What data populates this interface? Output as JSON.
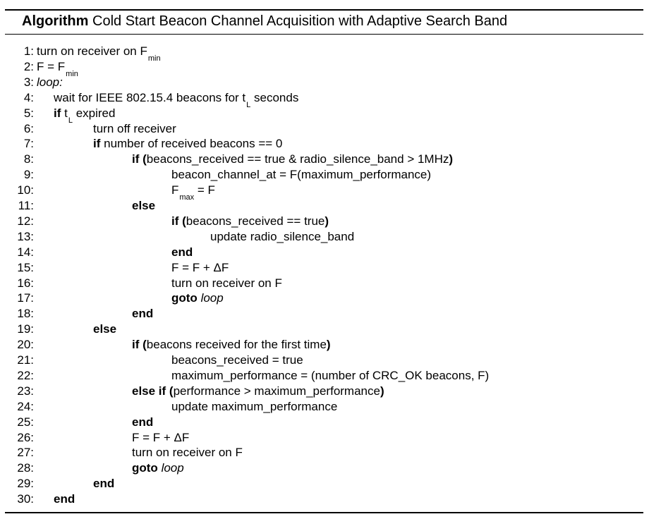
{
  "header": {
    "keyword": "Algorithm",
    "title": "Cold Start Beacon Channel Acquisition with Adaptive Search Band"
  },
  "lines": [
    {
      "num": "1:",
      "indent": 0,
      "parts": [
        {
          "t": "turn on receiver on F"
        },
        {
          "t": "min",
          "s": "sub"
        }
      ]
    },
    {
      "num": "2:",
      "indent": 0,
      "parts": [
        {
          "t": "F = F"
        },
        {
          "t": "min",
          "s": "sub"
        }
      ]
    },
    {
      "num": "3:",
      "indent": 0,
      "parts": [
        {
          "t": "loop:",
          "s": "it"
        }
      ]
    },
    {
      "num": "4:",
      "indent": 1,
      "parts": [
        {
          "t": "wait for IEEE 802.15.4 beacons for t"
        },
        {
          "t": "L",
          "s": "sub"
        },
        {
          "t": " seconds"
        }
      ]
    },
    {
      "num": "5:",
      "indent": 1,
      "parts": [
        {
          "t": "if",
          "s": "kw"
        },
        {
          "t": " t"
        },
        {
          "t": "L",
          "s": "sub"
        },
        {
          "t": " expired"
        }
      ]
    },
    {
      "num": "6:",
      "indent": 2,
      "parts": [
        {
          "t": "turn off receiver"
        }
      ]
    },
    {
      "num": "7:",
      "indent": 2,
      "parts": [
        {
          "t": "if",
          "s": "kw"
        },
        {
          "t": " number of received beacons == 0"
        }
      ]
    },
    {
      "num": "8:",
      "indent": 3,
      "parts": [
        {
          "t": "if (",
          "s": "kw"
        },
        {
          "t": "beacons_received == true & radio_silence_band > 1MHz"
        },
        {
          "t": ")",
          "s": "kw"
        }
      ]
    },
    {
      "num": "9:",
      "indent": 4,
      "parts": [
        {
          "t": "beacon_channel_at = F(maximum_performance)"
        }
      ]
    },
    {
      "num": "10:",
      "indent": 4,
      "parts": [
        {
          "t": "F"
        },
        {
          "t": "max",
          "s": "sub"
        },
        {
          "t": " = F"
        }
      ]
    },
    {
      "num": "11:",
      "indent": 3,
      "parts": [
        {
          "t": "else",
          "s": "kw"
        }
      ]
    },
    {
      "num": "12:",
      "indent": 4,
      "parts": [
        {
          "t": "if (",
          "s": "kw"
        },
        {
          "t": "beacons_received == true"
        },
        {
          "t": ")",
          "s": "kw"
        }
      ]
    },
    {
      "num": "13:",
      "indent": 5,
      "parts": [
        {
          "t": "update radio_silence_band"
        }
      ]
    },
    {
      "num": "14:",
      "indent": 4,
      "parts": [
        {
          "t": "end",
          "s": "kw"
        }
      ]
    },
    {
      "num": "15:",
      "indent": 4,
      "parts": [
        {
          "t": "F = F + ΔF"
        }
      ]
    },
    {
      "num": "16:",
      "indent": 4,
      "parts": [
        {
          "t": "turn on receiver on F"
        }
      ]
    },
    {
      "num": "17:",
      "indent": 4,
      "parts": [
        {
          "t": "goto",
          "s": "kw"
        },
        {
          "t": " "
        },
        {
          "t": "loop",
          "s": "it"
        }
      ]
    },
    {
      "num": "18:",
      "indent": 3,
      "parts": [
        {
          "t": "end",
          "s": "kw"
        }
      ]
    },
    {
      "num": "19:",
      "indent": 2,
      "parts": [
        {
          "t": "else",
          "s": "kw"
        }
      ]
    },
    {
      "num": "20:",
      "indent": 3,
      "parts": [
        {
          "t": "if (",
          "s": "kw"
        },
        {
          "t": "beacons received for the first time"
        },
        {
          "t": ")",
          "s": "kw"
        }
      ]
    },
    {
      "num": "21:",
      "indent": 4,
      "parts": [
        {
          "t": "beacons_received = true"
        }
      ]
    },
    {
      "num": "22:",
      "indent": 4,
      "parts": [
        {
          "t": "maximum_performance = (number of CRC_OK beacons, F)"
        }
      ]
    },
    {
      "num": "23:",
      "indent": 3,
      "parts": [
        {
          "t": "else if (",
          "s": "kw"
        },
        {
          "t": "performance > maximum_performance"
        },
        {
          "t": ")",
          "s": "kw"
        }
      ]
    },
    {
      "num": "24:",
      "indent": 4,
      "parts": [
        {
          "t": "update maximum_performance"
        }
      ]
    },
    {
      "num": "25:",
      "indent": 3,
      "parts": [
        {
          "t": "end",
          "s": "kw"
        }
      ]
    },
    {
      "num": "26:",
      "indent": 3,
      "parts": [
        {
          "t": "F = F + ΔF"
        }
      ]
    },
    {
      "num": "27:",
      "indent": 3,
      "parts": [
        {
          "t": "turn on receiver on F"
        }
      ]
    },
    {
      "num": "28:",
      "indent": 3,
      "parts": [
        {
          "t": "goto",
          "s": "kw"
        },
        {
          "t": " "
        },
        {
          "t": "loop",
          "s": "it"
        }
      ]
    },
    {
      "num": "29:",
      "indent": 2,
      "parts": [
        {
          "t": "end",
          "s": "kw"
        }
      ]
    },
    {
      "num": "30:",
      "indent": 1,
      "parts": [
        {
          "t": "end",
          "s": "kw"
        }
      ]
    }
  ]
}
